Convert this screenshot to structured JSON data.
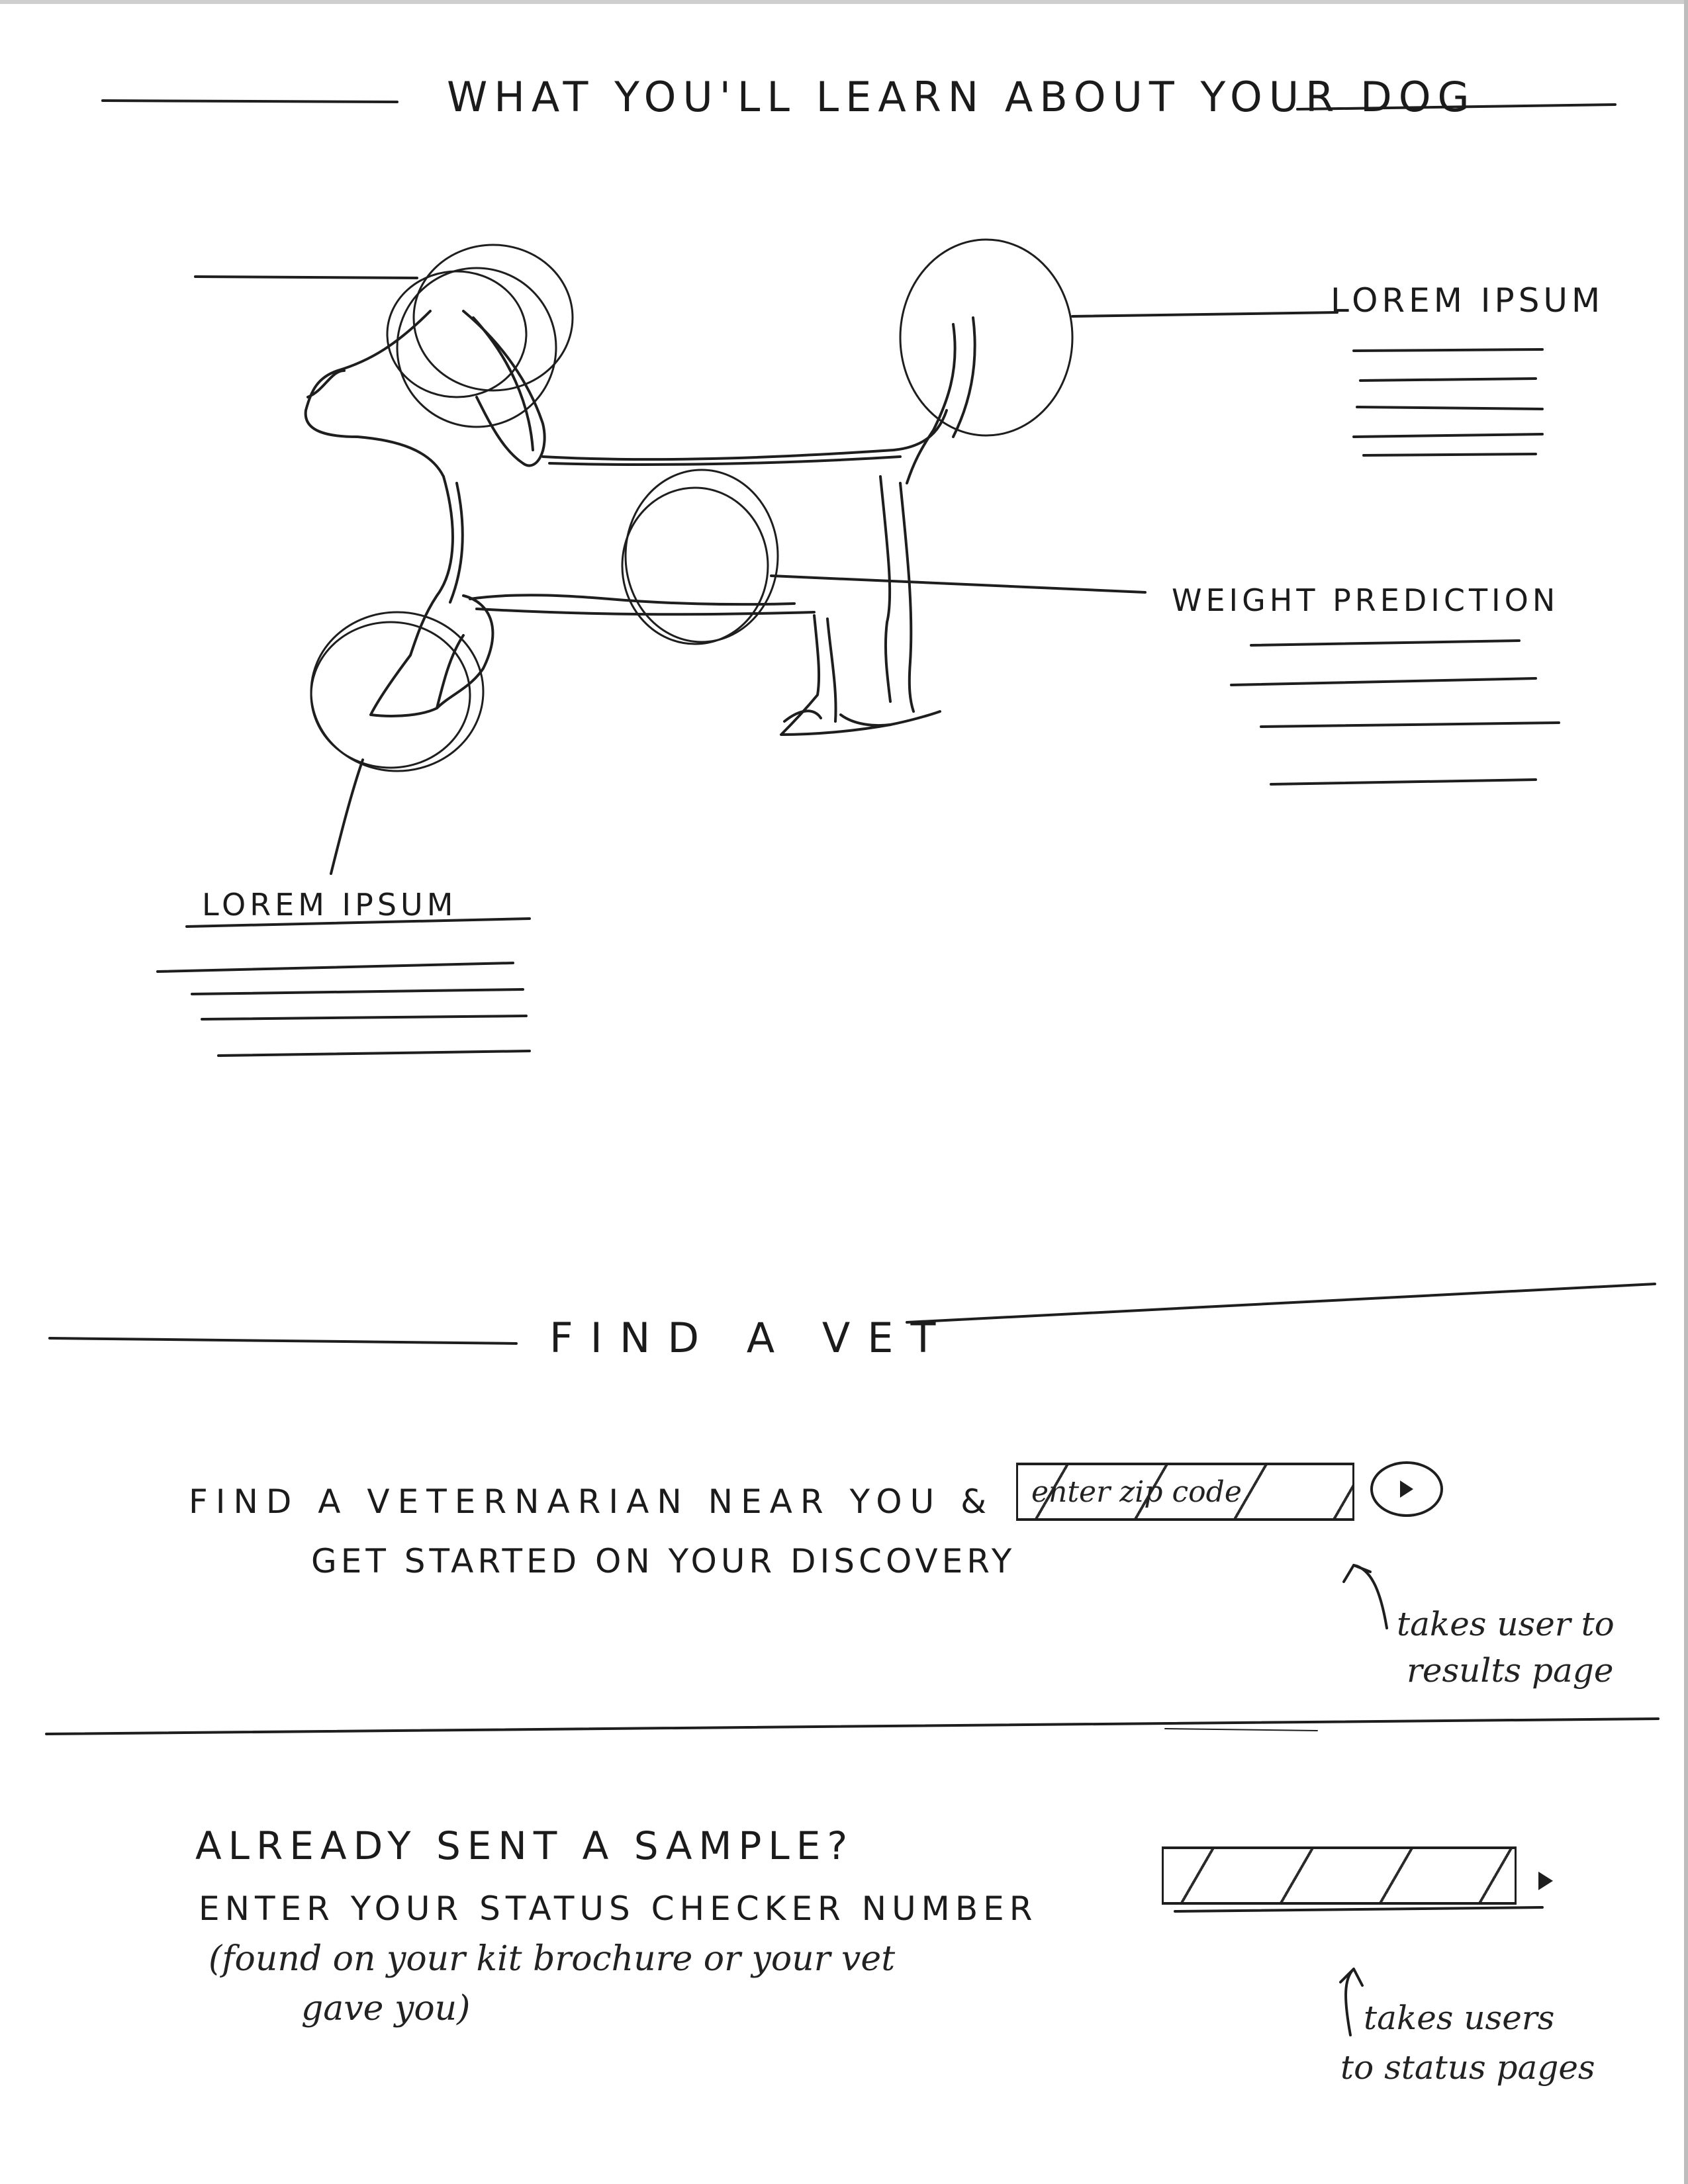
{
  "header": {
    "title": "WHAT YOU'LL LEARN ABOUT YOUR DOG"
  },
  "callouts": {
    "top_right": {
      "title": "LOREM IPSUM"
    },
    "middle_right": {
      "title": "WEIGHT PREDICTION"
    },
    "bottom_left": {
      "title": "LOREM IPSUM"
    }
  },
  "find_vet": {
    "title": "FIND A VET",
    "description_line1": "FIND A VETERNARIAN NEAR YOU &",
    "description_line2": "GET STARTED ON YOUR DISCOVERY",
    "zip_placeholder": "enter zip code",
    "note_line1": "takes user to",
    "note_line2": "results page"
  },
  "status": {
    "title": "ALREADY SENT A SAMPLE?",
    "line1": "ENTER YOUR STATUS CHECKER NUMBER",
    "line2": "(found on your kit brochure or your vet",
    "line3": "gave you)",
    "note_line1": "takes users",
    "note_line2": "to status pages"
  },
  "icons": [
    "go-arrow-icon",
    "curved-arrow-icon",
    "dog-illustration"
  ],
  "colors": {
    "ink": "#1e1e1e",
    "paper": "#ffffff"
  }
}
